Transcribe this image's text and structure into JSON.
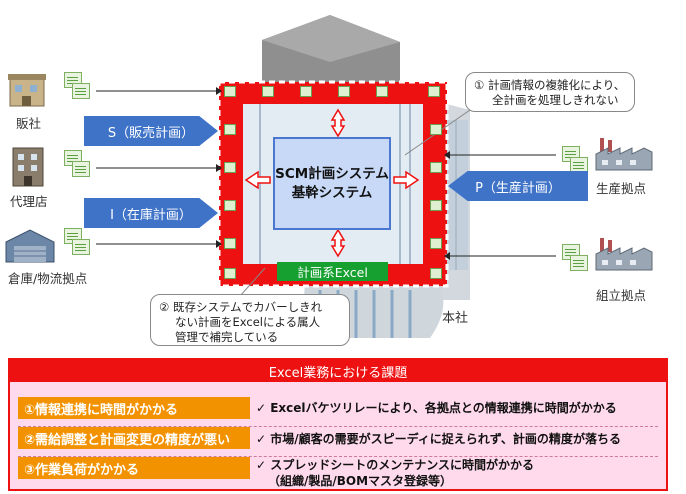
{
  "left_entities": {
    "sales": "販社",
    "agency": "代理店",
    "warehouse": "倉庫/物流拠点"
  },
  "right_entities": {
    "production": "生産拠点",
    "assembly": "組立拠点"
  },
  "arrows": {
    "s": "S（販売計画）",
    "i": "I（在庫計画）",
    "p": "P（生産計画）"
  },
  "core": {
    "line1": "SCM計画システム",
    "line2": "基幹システム"
  },
  "excel_bar": "計画系Excel",
  "headquarters": "本社",
  "callout1": {
    "line1": "①  計画情報の複雑化により、",
    "line2": "全計画を処理しきれない"
  },
  "callout2": {
    "line1": "②  既存システムでカバーしきれ",
    "line2": "ない計画をExcelによる属人",
    "line3": "管理で補完している"
  },
  "panel": {
    "title": "Excel業務における課題",
    "issues": [
      {
        "label": "①情報連携に時間がかかる",
        "detail": "✓ Excelバケツリレーにより、各拠点との情報連携に時間がかかる",
        "detail2": ""
      },
      {
        "label": "②需給調整と計画変更の精度が悪い",
        "detail": "✓ 市場/顧客の需要がスピーディに捉えられず、計画の精度が落ちる",
        "detail2": ""
      },
      {
        "label": "③作業負荷がかかる",
        "detail": "✓ スプレッドシートのメンテナンスに時間がかかる",
        "detail2": "（組織/製品/BOMマスタ登録等）"
      }
    ]
  },
  "colors": {
    "red": "#ee1111",
    "blue": "#3f73c8",
    "orange": "#f39200",
    "green": "#15a030",
    "pink": "#ffd9ec"
  }
}
